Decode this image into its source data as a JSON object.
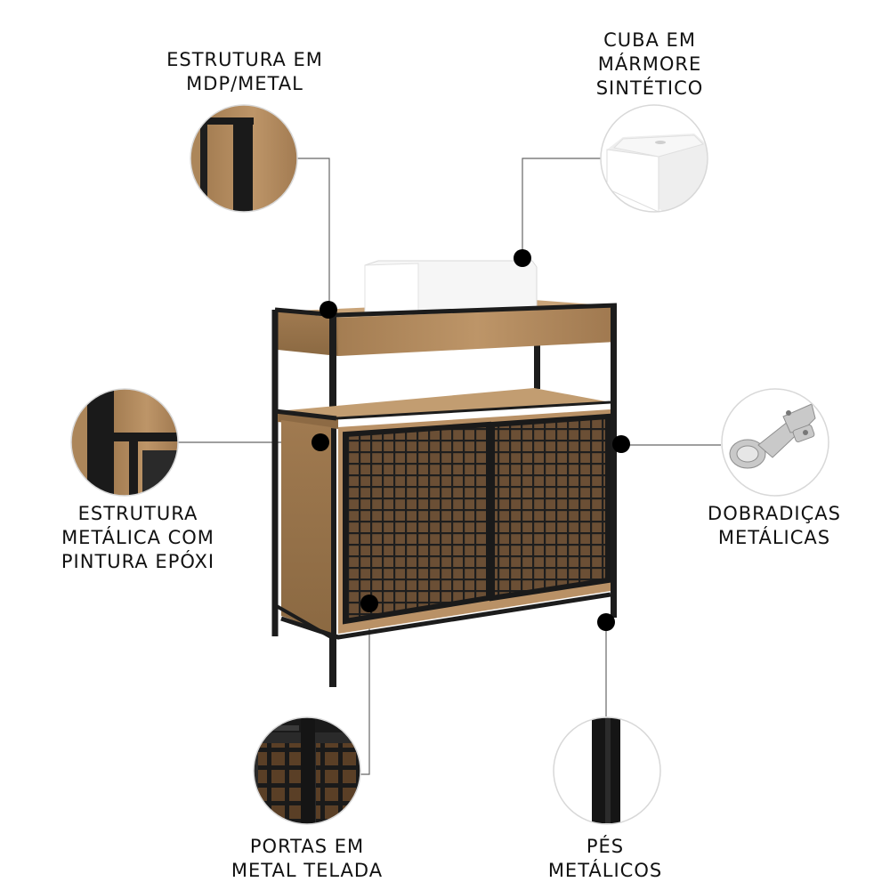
{
  "callouts": {
    "structure": {
      "lines": [
        "ESTRUTURA EM",
        "MDP/METAL"
      ]
    },
    "basin": {
      "lines": [
        "CUBA EM",
        "MÁRMORE",
        "SINTÉTICO"
      ]
    },
    "epoxy": {
      "lines": [
        "ESTRUTURA",
        "METÁLICA COM",
        "PINTURA EPÓXI"
      ]
    },
    "hinges": {
      "lines": [
        "DOBRADIÇAS",
        "METÁLICAS"
      ]
    },
    "doors": {
      "lines": [
        "PORTAS EM",
        "METAL TELADA"
      ]
    },
    "feet": {
      "lines": [
        "PÉS",
        "METÁLICOS"
      ]
    }
  },
  "colors": {
    "wood": "#b08a5e",
    "wood_dark": "#8d6a44",
    "metal": "#1c1c1c",
    "marble": "#f4f4f4",
    "line": "#555555"
  }
}
